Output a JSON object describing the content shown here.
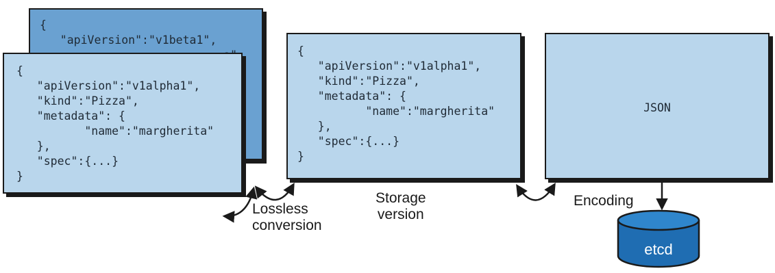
{
  "diagram": {
    "back_box": {
      "lines": [
        "{",
        "   \"apiVersion\":\"v1beta1\",",
        "",
        "",
        "                           a\""
      ]
    },
    "front_box": {
      "lines": [
        "{",
        "   \"apiVersion\":\"v1alpha1\",",
        "   \"kind\":\"Pizza\",",
        "   \"metadata\": {",
        "          \"name\":\"margherita\"",
        "   },",
        "   \"spec\":{...}",
        "}"
      ]
    },
    "storage_box": {
      "lines": [
        "{",
        "   \"apiVersion\":\"v1alpha1\",",
        "   \"kind\":\"Pizza\",",
        "   \"metadata\": {",
        "          \"name\":\"margherita\"",
        "   },",
        "   \"spec\":{...}",
        "}"
      ]
    },
    "json_box": {
      "label": "JSON"
    },
    "labels": {
      "lossless_conversion": [
        "Lossless",
        "conversion"
      ],
      "storage_version": [
        "Storage",
        "version"
      ],
      "encoding": "Encoding"
    },
    "database": {
      "label": "etcd",
      "color": "#1f6db2",
      "rim_color": "#2f86cc"
    },
    "colors": {
      "box_light": "#b9d6ec",
      "box_dark": "#6aa1d1",
      "outline": "#1a1a1a"
    }
  }
}
